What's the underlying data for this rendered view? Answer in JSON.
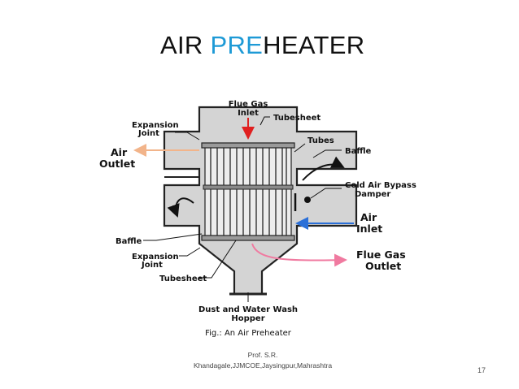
{
  "slide": {
    "title_part1": "AIR ",
    "title_accent": "PRE",
    "title_part2": "HEATER",
    "footer_line1": "Prof. S.R.",
    "footer_line2": "Khandagale,JJMCOE,Jaysingpur,Mahrashtra",
    "page_number": "17",
    "accent_color": "#1e9ad6"
  },
  "diagram": {
    "labels": {
      "flue_gas_inlet_1": "Flue Gas",
      "flue_gas_inlet_2": "Inlet",
      "tubesheet_top": "Tubesheet",
      "expansion_joint_top_1": "Expansion",
      "expansion_joint_top_2": "Joint",
      "tubes": "Tubes",
      "baffle_right": "Baffle",
      "air_outlet_1": "Air",
      "air_outlet_2": "Outlet",
      "cold_air_bypass_1": "Cold Air Bypass",
      "cold_air_bypass_2": "Damper",
      "air_inlet_1": "Air",
      "air_inlet_2": "Inlet",
      "baffle_left": "Baffle",
      "expansion_joint_bottom_1": "Expansion",
      "expansion_joint_bottom_2": "Joint",
      "flue_gas_outlet_1": "Flue Gas",
      "flue_gas_outlet_2": "Outlet",
      "tubesheet_bottom": "Tubesheet",
      "hopper_1": "Dust and Water Wash",
      "hopper_2": "Hopper",
      "caption": "Fig.: An Air Preheater"
    },
    "colors": {
      "flue_gas_inlet_arrow": "#e02020",
      "air_outlet_arrow": "#f2b48a",
      "air_inlet_arrow": "#2a6fd8",
      "flue_gas_outlet_arrow": "#f07aa0",
      "shell_fill": "#d4d4d4"
    }
  }
}
